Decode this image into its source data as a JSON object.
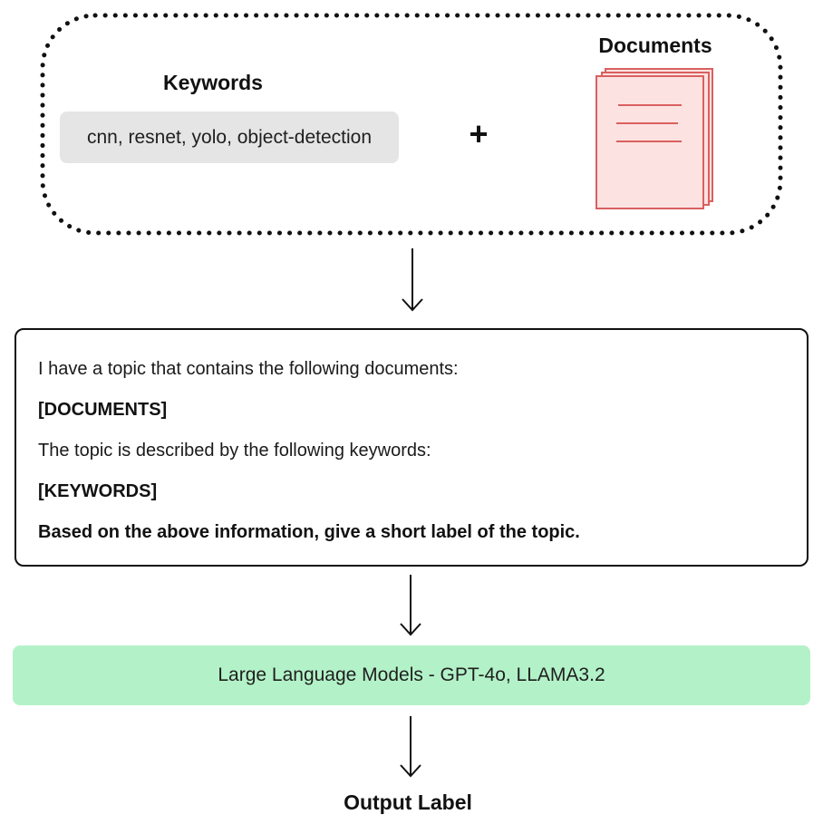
{
  "inputs": {
    "keywords_title": "Keywords",
    "keywords_text": "cnn, resnet, yolo, object-detection",
    "plus_symbol": "+",
    "documents_title": "Documents"
  },
  "prompt": {
    "line1": "I have a topic that contains the following documents:",
    "line2": "[DOCUMENTS]",
    "line3": "The topic is described by the following keywords:",
    "line4": "[KEYWORDS]",
    "line5": "Based on the above information, give a short label of the topic."
  },
  "llm": {
    "label": "Large Language Models - GPT-4o, LLAMA3.2"
  },
  "output": {
    "label": "Output Label"
  },
  "colors": {
    "keywords_pill": "#e5e5e5",
    "document_fill": "#fde2e2",
    "document_stroke": "#d9605f",
    "llm_fill": "#b3f2c8",
    "border": "#111111"
  },
  "icons": {
    "documents": "stacked-documents-icon",
    "arrow": "arrow-down-icon"
  }
}
